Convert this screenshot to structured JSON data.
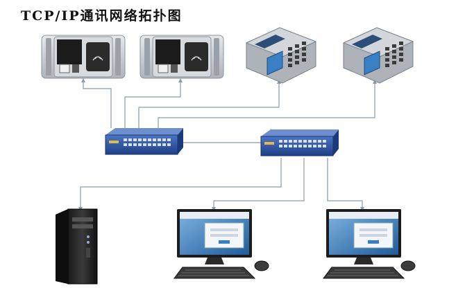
{
  "title": "TCP/IP通讯网络拓扑图",
  "devices": {
    "terminal_1": {
      "kind": "face-recognition-terminal",
      "icon": "face-terminal-icon"
    },
    "terminal_2": {
      "kind": "face-recognition-terminal",
      "icon": "face-terminal-icon"
    },
    "pos_1": {
      "kind": "consumption-pos-machine",
      "icon": "pos-machine-icon"
    },
    "pos_2": {
      "kind": "consumption-pos-machine",
      "icon": "pos-machine-icon"
    },
    "switch_1": {
      "kind": "network-switch",
      "icon": "switch-icon"
    },
    "switch_2": {
      "kind": "network-switch",
      "icon": "switch-icon"
    },
    "server": {
      "kind": "server-tower",
      "icon": "server-icon"
    },
    "pc_1": {
      "kind": "client-pc",
      "icon": "desktop-pc-icon"
    },
    "pc_2": {
      "kind": "client-pc",
      "icon": "desktop-pc-icon"
    }
  },
  "colors": {
    "wire": "#8a9aa8",
    "switch_body": "#2f56a3",
    "terminal_body": "#c9ced4",
    "pos_body": "#b9bec5",
    "screen": "#2a6fb0"
  }
}
